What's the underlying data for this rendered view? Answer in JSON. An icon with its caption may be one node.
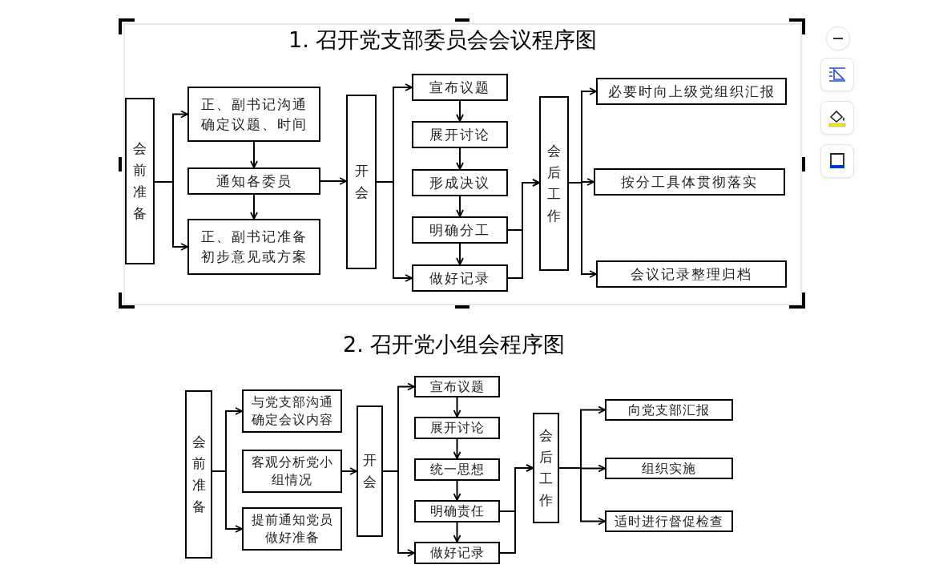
{
  "diagram": {
    "labels": [
      "1. 召开党支部委员会会议程序图",
      "2. 召开党小组会程序图"
    ],
    "nodes": [
      {
        "text": [
          "会前准备"
        ]
      },
      {
        "text": [
          "正、副书记沟通确定议题、时间"
        ]
      },
      {
        "text": [
          "通知各委员"
        ]
      },
      {
        "text": [
          "正、副书记准备初步意见或方案"
        ]
      },
      {
        "text": [
          "开会"
        ]
      },
      {
        "text": [
          "宣布议题"
        ]
      },
      {
        "text": [
          "展开讨论"
        ]
      },
      {
        "text": [
          "形成决议"
        ]
      },
      {
        "text": [
          "明确分工"
        ]
      },
      {
        "text": [
          "做好记录"
        ]
      },
      {
        "text": [
          "会后工作"
        ]
      },
      {
        "text": [
          "必要时向上级党组织汇报"
        ]
      },
      {
        "text": [
          "按分工具体贯彻落实"
        ]
      },
      {
        "text": [
          "会议记录整理归档"
        ]
      },
      {
        "text": [
          "会前准备"
        ]
      },
      {
        "text": [
          "与党支部沟通确定会议内容"
        ]
      },
      {
        "text": [
          "客观分析党小组情况"
        ]
      },
      {
        "text": [
          "提前通知党员做好准备"
        ]
      },
      {
        "text": [
          "开会"
        ]
      },
      {
        "text": [
          "宣布议题"
        ]
      },
      {
        "text": [
          "展开讨论"
        ]
      },
      {
        "text": [
          "统一思想"
        ]
      },
      {
        "text": [
          "明确责任"
        ]
      },
      {
        "text": [
          "做好记录"
        ]
      },
      {
        "text": [
          "会后工作"
        ]
      },
      {
        "text": [
          "向党支部汇报"
        ]
      },
      {
        "text": [
          "组织实施"
        ]
      },
      {
        "text": [
          "适时进行督促检查"
        ]
      }
    ],
    "edges": [
      {
        "from": 0,
        "to": 1,
        "arrow": "to"
      },
      {
        "from": 0,
        "to": 3,
        "arrow": "to"
      },
      {
        "from": 1,
        "to": 2,
        "arrow": "to"
      },
      {
        "from": 2,
        "to": 3,
        "arrow": "to"
      },
      {
        "from": 2,
        "to": 4,
        "arrow": "to"
      },
      {
        "from": 4,
        "to": 5,
        "arrow": "to"
      },
      {
        "from": 4,
        "to": 9,
        "arrow": "to"
      },
      {
        "from": 5,
        "to": 6,
        "arrow": "to"
      },
      {
        "from": 6,
        "to": 7,
        "arrow": "to"
      },
      {
        "from": 7,
        "to": 8,
        "arrow": "to"
      },
      {
        "from": 8,
        "to": 9,
        "arrow": "to"
      },
      {
        "from": 8,
        "to": 10,
        "arrow": "to"
      },
      {
        "from": 9,
        "to": 10,
        "arrow": "to"
      },
      {
        "from": 10,
        "to": 11,
        "arrow": "to"
      },
      {
        "from": 10,
        "to": 12,
        "arrow": "to"
      },
      {
        "from": 10,
        "to": 13,
        "arrow": "to"
      },
      {
        "from": 14,
        "to": 15,
        "arrow": "to"
      },
      {
        "from": 14,
        "to": 17,
        "arrow": "to"
      },
      {
        "from": 16,
        "to": 18,
        "arrow": "to"
      },
      {
        "from": 18,
        "to": 19,
        "arrow": "to"
      },
      {
        "from": 18,
        "to": 23,
        "arrow": "to"
      },
      {
        "from": 19,
        "to": 20,
        "arrow": "to"
      },
      {
        "from": 20,
        "to": 21,
        "arrow": "to"
      },
      {
        "from": 21,
        "to": 22,
        "arrow": "to"
      },
      {
        "from": 22,
        "to": 23,
        "arrow": "to"
      },
      {
        "from": 22,
        "to": 24,
        "arrow": "to"
      },
      {
        "from": 23,
        "to": 24,
        "arrow": "to"
      },
      {
        "from": 24,
        "to": 25,
        "arrow": "to"
      },
      {
        "from": 24,
        "to": 26,
        "arrow": "to"
      },
      {
        "from": 24,
        "to": 27,
        "arrow": "to"
      }
    ]
  }
}
